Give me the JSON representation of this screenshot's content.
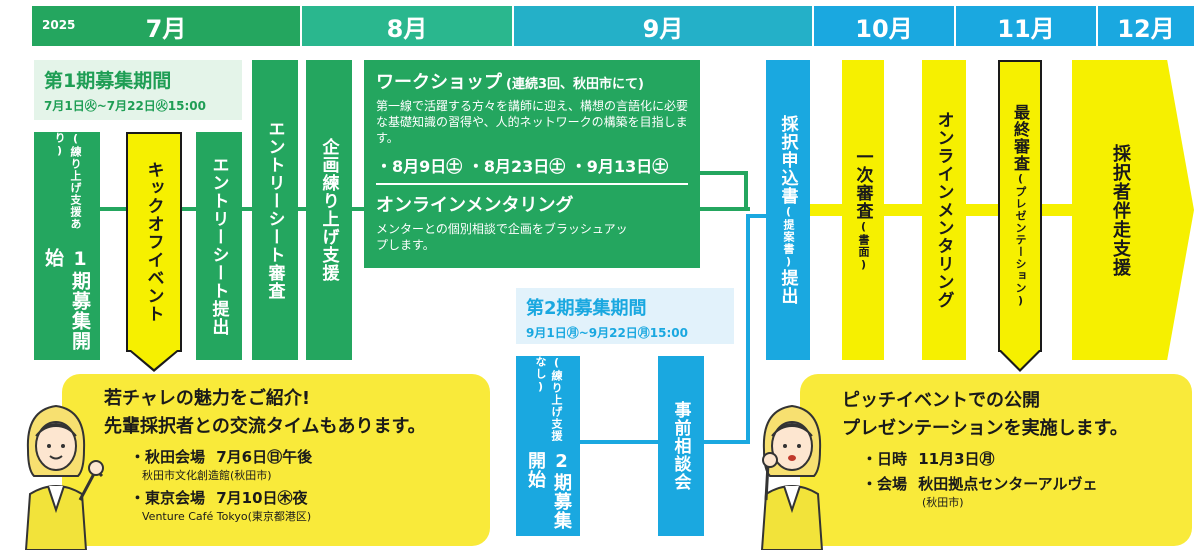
{
  "colors": {
    "green": "#24a65f",
    "green_light": "#e4f4e9",
    "cyan": "#1aa8e0",
    "cyan_light": "#e2f2fb",
    "yellow": "#f9ea3a",
    "yellow_bright": "#f6f000"
  },
  "timeline": {
    "year": "2025",
    "months": [
      "7月",
      "8月",
      "9月",
      "10月",
      "11月",
      "12月"
    ]
  },
  "phase1": {
    "title": "第1期募集期間",
    "period": "7月1日㊋~7月22日㊋15:00"
  },
  "steps": {
    "recruit1": "1期募集開始",
    "recruit1_note": "(練り上げ支援あり)",
    "kickoff": "キックオフイベント",
    "entry_submit": "エントリーシート提出",
    "entry_review": "エントリーシート審査",
    "plan_support": "企画練り上げ支援",
    "apply_submit": "採択申込書",
    "apply_note": "(提案書)",
    "apply_submit_tail": "提出",
    "first_review": "一次審査",
    "first_review_note": "(書面)",
    "online_mentoring": "オンラインメンタリング",
    "final_review": "最終審査",
    "final_review_note": "(プレゼンテーション)",
    "adopted_support": "採択者伴走支援"
  },
  "workshop": {
    "title": "ワークショップ",
    "title_note": "(連続3回、秋田市にて)",
    "desc": "第一線で活躍する方々を講師に迎え、構想の言語化に必要な基礎知識の習得や、人的ネットワークの構築を目指します。",
    "dates": "・8月9日㊏ ・8月23日㊏ ・9月13日㊏",
    "mentoring_title": "オンラインメンタリング",
    "mentoring_desc": "メンターとの個別相談で企画をブラッシュアップします。"
  },
  "phase2": {
    "title": "第2期募集期間",
    "period": "9月1日㊊~9月22日㊊15:00",
    "recruit2": "2期募集開始",
    "recruit2_note": "(練り上げ支援なし)",
    "consult": "事前相談会"
  },
  "kickoff_bubble": {
    "line1": "若チャレの魅力をご紹介!",
    "line2": "先輩採択者との交流タイムもあります。",
    "akita_label": "・秋田会場",
    "akita_date": "7月6日㊐午後",
    "akita_venue": "秋田市文化創造館(秋田市)",
    "tokyo_label": "・東京会場",
    "tokyo_date": "7月10日㊍夜",
    "tokyo_venue": "Venture Café Tokyo(東京都港区)"
  },
  "pitch_bubble": {
    "line1": "ピッチイベントでの公開",
    "line2": "プレゼンテーションを実施します。",
    "date_label": "・日時",
    "date_value": "11月3日㊊",
    "place_label": "・会場",
    "place_value": "秋田拠点センターアルヴェ",
    "place_note": "(秋田市)"
  }
}
